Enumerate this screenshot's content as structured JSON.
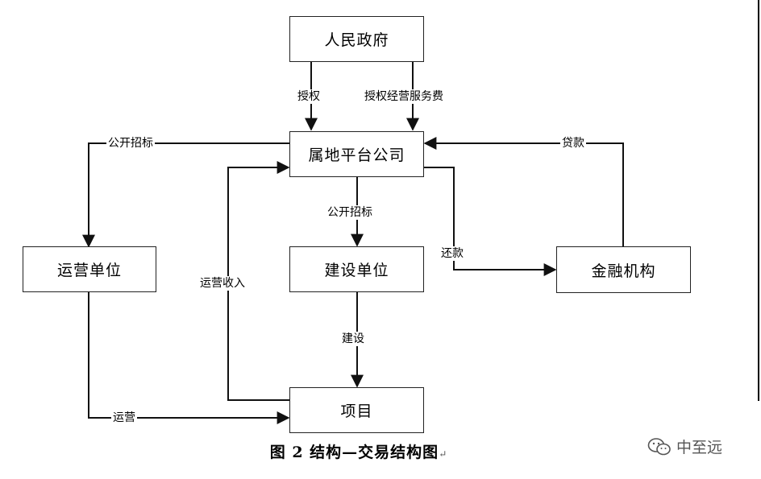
{
  "nodes": {
    "government": "人民政府",
    "platform": "属地平台公司",
    "operator": "运营单位",
    "builder": "建设单位",
    "finance": "金融机构",
    "project": "项目"
  },
  "edges": {
    "authorize": "授权",
    "authorize_fee": "授权经营服务费",
    "tender_operator": "公开招标",
    "tender_builder": "公开招标",
    "loan": "贷款",
    "repay": "还款",
    "operating_revenue": "运营收入",
    "construct": "建设",
    "operate": "运营"
  },
  "caption": {
    "text": "图 2  结构—交易结构图",
    "mark": "↵"
  },
  "watermark": {
    "text": "中至远",
    "icon": "wechat-icon"
  },
  "colors": {
    "line": "#111111",
    "border": "#222222",
    "watermark": "#555555"
  }
}
